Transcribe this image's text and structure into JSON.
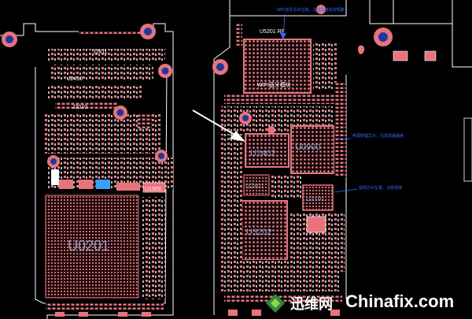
{
  "diagram": {
    "left_board": {
      "labels": {
        "j2411": "J2411",
        "j2410": "J2410",
        "j2010": "J2010",
        "u1503": "U1503",
        "u0201": "U0201"
      }
    },
    "right_board": {
      "labels": {
        "u5201": "U5201 RF",
        "wifi_bt": "WIFI蓝牙模块",
        "u2402": "U2402",
        "u0900": "U0900",
        "u2401": "U2401",
        "u3202": "U3202",
        "u3101": "U3101"
      },
      "notes": {
        "top": "WIFI蓝牙芯片位置，注意焊接请勿短路",
        "right_mid": "电源管理芯片，注意焊接温度",
        "right_low": "音频芯片位置，注意焊接"
      }
    },
    "colors": {
      "board": "#e8737a",
      "silkscreen": "#ffffff",
      "background": "#000000",
      "note": "#2d6cff",
      "chip_text": "#8fa3c8"
    }
  },
  "watermark": {
    "cn": "迅维网",
    "en": "Chinafix.com",
    "logo_icon": "chinafix-logo-icon"
  }
}
